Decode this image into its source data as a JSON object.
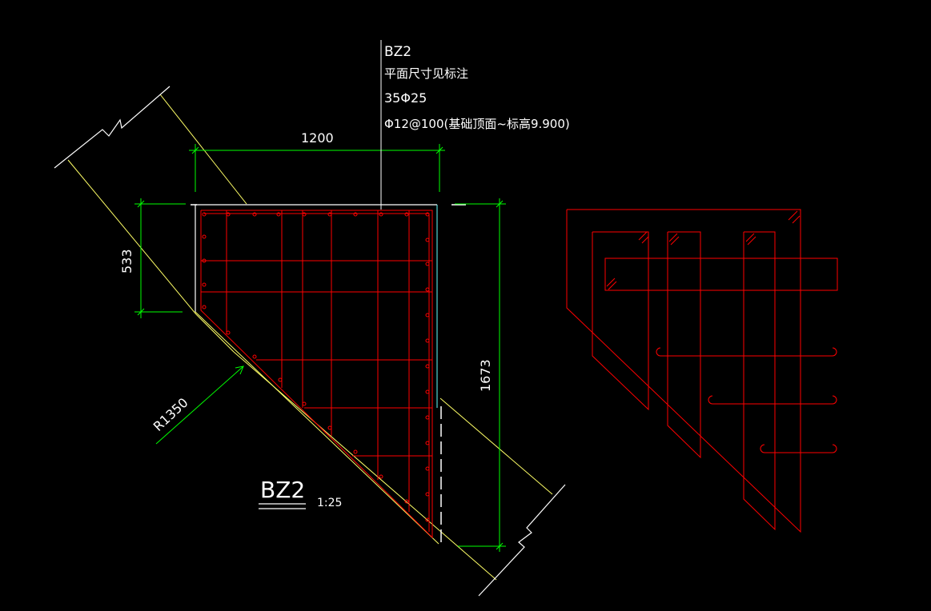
{
  "colors": {
    "background": "#000000",
    "rebar": "#ff0000",
    "dimension": "#00ff00",
    "outline": "#ffffff",
    "wall": "#ffff66",
    "edge": "#66ffff"
  },
  "callout": {
    "line1": "BZ2",
    "line2": "平面尺寸见标注",
    "line3": "35Φ25",
    "line4": "Φ12@100(基础顶面~标高9.900)"
  },
  "dimensions": {
    "top_width": "1200",
    "left_height": "533",
    "right_height": "1673",
    "radius": "R1350"
  },
  "section": {
    "title": "BZ2",
    "scale": "1:25"
  }
}
